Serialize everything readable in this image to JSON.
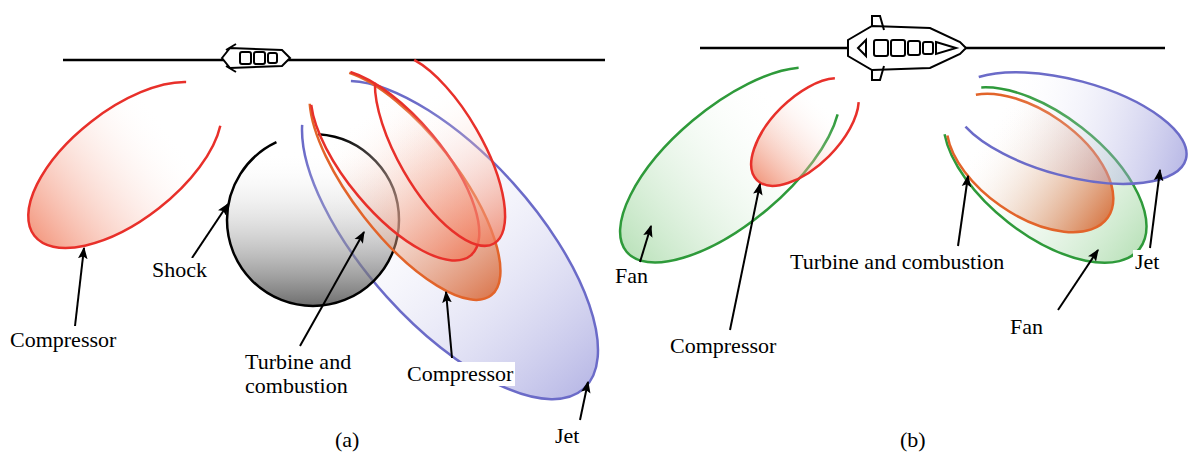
{
  "diagram": {
    "labels": [
      "Compressor",
      "Shock",
      "Turbine and combustion",
      "Compressor",
      "Jet",
      "(a)",
      "Fan",
      "Compressor",
      "Turbine and combustion",
      "Fan",
      "Jet",
      "(b)"
    ]
  }
}
